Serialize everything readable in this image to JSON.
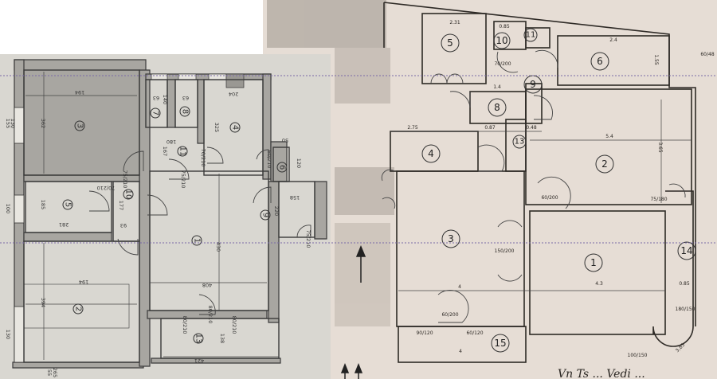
{
  "left_plan": {
    "rooms": [
      "1",
      "2",
      "3",
      "4",
      "5",
      "6",
      "7",
      "8",
      "9",
      "10",
      "11",
      "13"
    ],
    "dimensions": [
      "194",
      "362",
      "155",
      "130",
      "63",
      "140",
      "63",
      "204",
      "325",
      "180",
      "167",
      "70/210",
      "60/210",
      "50",
      "120",
      "75/210",
      "70/210",
      "75/210",
      "185",
      "100",
      "281",
      "93",
      "177",
      "158",
      "220",
      "75/210",
      "430",
      "408",
      "394",
      "194",
      "130",
      "80/210",
      "80/210",
      "80/210",
      "138",
      "421",
      "55",
      "265"
    ]
  },
  "right_plan": {
    "rooms": [
      "1",
      "2",
      "3",
      "4",
      "5",
      "6",
      "8",
      "9",
      "10",
      "11",
      "13",
      "14",
      "15"
    ],
    "dimensions": [
      "2.31",
      "0.85",
      "2.4",
      "1.55",
      "1.4",
      "2.75",
      "0.87",
      "0.48",
      "5.4",
      "3.65",
      "4",
      "4.3",
      "0.85",
      "4",
      "180/150",
      "75/180",
      "100/150",
      "60/200",
      "60/200",
      "150/200",
      "70/200",
      "90/120",
      "60/120",
      "3,85",
      "60/48"
    ],
    "handwriting": "Vn Ts ... Vedi ..."
  },
  "colors": {
    "left_paper": "#d9d7d1",
    "right_paper": "#e6ddd5",
    "ink": "#333333"
  }
}
